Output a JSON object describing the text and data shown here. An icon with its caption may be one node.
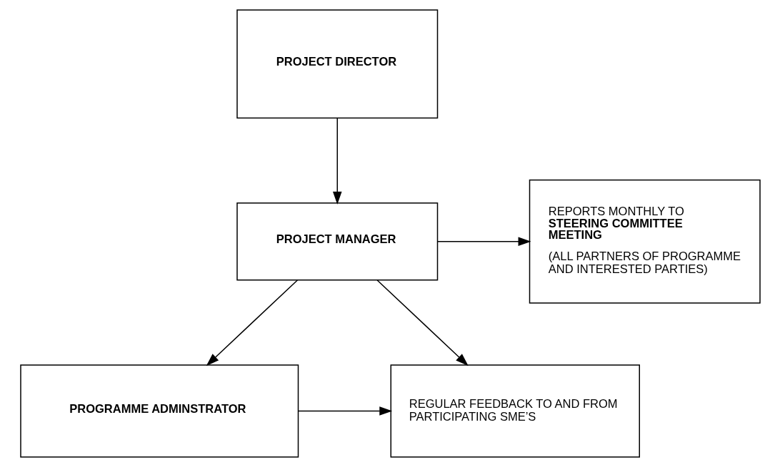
{
  "diagram": {
    "nodes": [
      {
        "text": [
          "PROJECT DIRECTOR"
        ]
      },
      {
        "text": [
          "PROJECT MANAGER"
        ]
      },
      {
        "text": [
          "REPORTS MONTHLY TO **STEERING COMMITTEE MEETING**",
          "(ALL PARTNERS OF PROGRAMME AND INTERESTED PARTIES)"
        ]
      },
      {
        "text": [
          "PROGRAMME ADMINSTRATOR"
        ]
      },
      {
        "text": [
          "REGULAR FEEDBACK TO AND FROM PARTICIPATING SME’S"
        ]
      }
    ],
    "edges": [
      {
        "from": 0,
        "to": 1,
        "arrow": "to"
      },
      {
        "from": 1,
        "to": 2,
        "arrow": "to"
      },
      {
        "from": 1,
        "to": 3,
        "arrow": "to"
      },
      {
        "from": 1,
        "to": 4,
        "arrow": "to"
      },
      {
        "from": 3,
        "to": 4,
        "arrow": "to"
      }
    ]
  }
}
